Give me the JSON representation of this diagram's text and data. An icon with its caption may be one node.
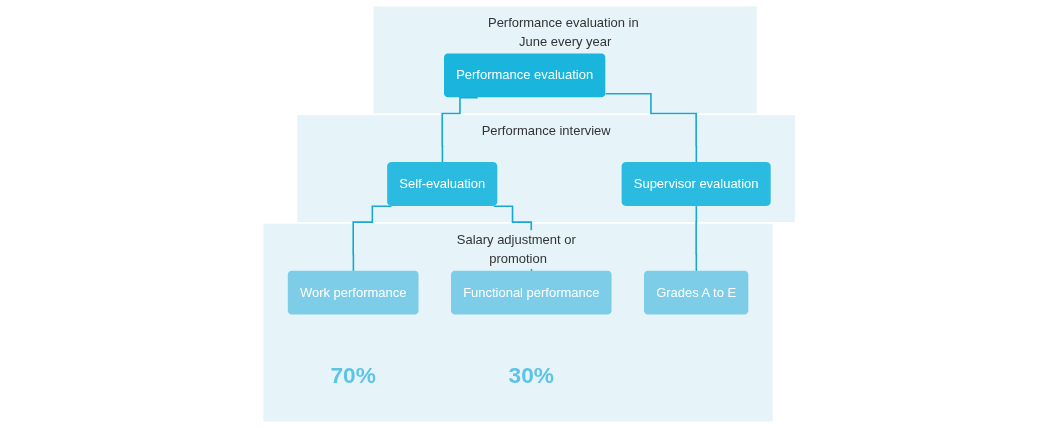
{
  "diagram": {
    "nodes": [
      {
        "text": [
          "Performance evaluation in June every year"
        ]
      },
      {
        "text": [
          "Performance evaluation"
        ],
        "in": 0
      },
      {
        "text": [
          "Performance interview"
        ]
      },
      {
        "text": [
          "Self-evaluation"
        ],
        "in": 2
      },
      {
        "text": [
          "Supervisor evaluation"
        ],
        "in": 2
      },
      {
        "text": [
          "Salary adjustment or promotion"
        ]
      },
      {
        "text": [
          "Work performance"
        ],
        "in": 5,
        "beside": [
          "70%"
        ]
      },
      {
        "text": [
          "Functional performance"
        ],
        "in": 5,
        "beside": [
          "30%"
        ]
      },
      {
        "text": [
          "Grades A to E"
        ],
        "in": 5
      }
    ],
    "edges": [
      {
        "from": 1,
        "to": 3,
        "arrow": "none"
      },
      {
        "from": 1,
        "to": 4,
        "arrow": "none"
      },
      {
        "from": 3,
        "to": 6,
        "arrow": "none"
      },
      {
        "from": 3,
        "to": 7,
        "arrow": "none"
      },
      {
        "from": 4,
        "to": 8,
        "arrow": "none"
      }
    ]
  }
}
